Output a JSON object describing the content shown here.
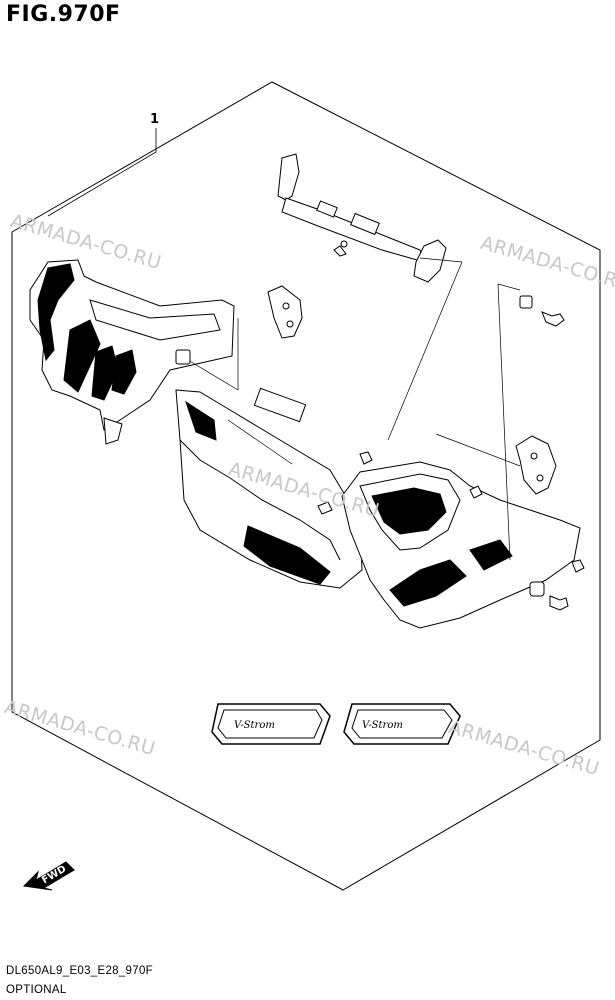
{
  "figure": {
    "title": "FIG.970F"
  },
  "callout": {
    "number": "1"
  },
  "watermark": {
    "text": "ARMADA-CO.RU"
  },
  "badges": {
    "text": "V-Strom"
  },
  "fwd_arrow": {
    "label": "FWD"
  },
  "footer": {
    "code": "DL650AL9_E03_E28_970F",
    "note": "OPTIONAL"
  }
}
